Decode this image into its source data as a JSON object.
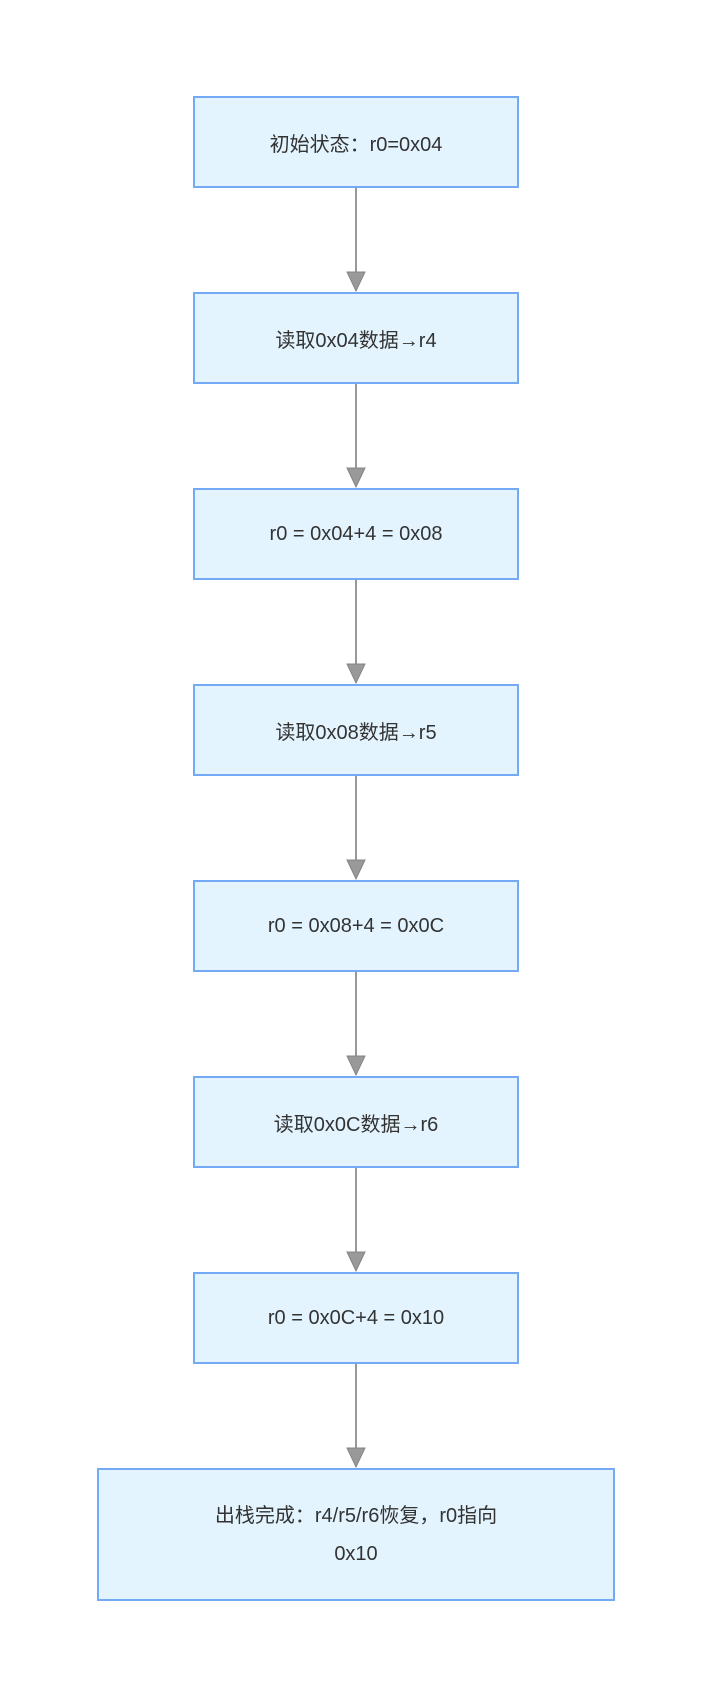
{
  "diagram": {
    "type": "flowchart",
    "direction": "top-down",
    "colors": {
      "background": "#FFFFFF",
      "node_fill": "#E3F4FE",
      "node_border": "#74A9F7",
      "node_text": "#333333",
      "arrow_line": "#999999",
      "arrow_head": "#999999"
    },
    "nodes": [
      {
        "id": "A",
        "label": "初始状态：r0=0x04"
      },
      {
        "id": "B",
        "label": "读取0x04数据→r4"
      },
      {
        "id": "C",
        "label": "r0 = 0x04+4 = 0x08"
      },
      {
        "id": "D",
        "label": "读取0x08数据→r5"
      },
      {
        "id": "E",
        "label": "r0 = 0x08+4 = 0x0C"
      },
      {
        "id": "F",
        "label": "读取0x0C数据→r6"
      },
      {
        "id": "G",
        "label": "r0 = 0x0C+4 = 0x10"
      },
      {
        "id": "H",
        "label": "出栈完成：r4/r5/r6恢复，r0指向\n0x10"
      }
    ],
    "edges": [
      {
        "from": "A",
        "to": "B"
      },
      {
        "from": "B",
        "to": "C"
      },
      {
        "from": "C",
        "to": "D"
      },
      {
        "from": "D",
        "to": "E"
      },
      {
        "from": "E",
        "to": "F"
      },
      {
        "from": "F",
        "to": "G"
      },
      {
        "from": "G",
        "to": "H"
      }
    ]
  }
}
